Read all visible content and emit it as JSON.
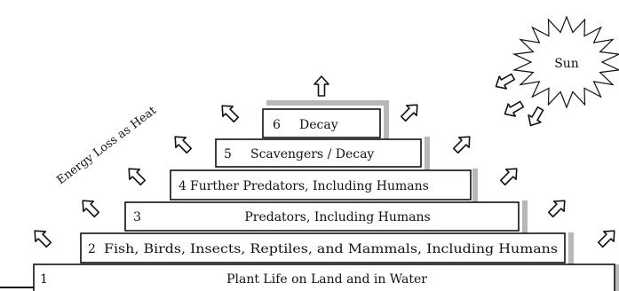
{
  "energy_loss_label": "Energy Loss as Heat",
  "sun_label": "Sun",
  "levels": [
    {
      "number": "1",
      "text": "Plant Life on Land and in Water"
    },
    {
      "number": "2",
      "text": "Fish, Birds, Insects, Reptiles, and Mammals, Including Humans"
    },
    {
      "number": "3",
      "text": "Predators, Including Humans"
    },
    {
      "number": "4",
      "text": "Further Predators, Including Humans"
    },
    {
      "number": "5",
      "text": "Scavengers / Decay"
    },
    {
      "number": "6",
      "text": "Decay"
    }
  ]
}
